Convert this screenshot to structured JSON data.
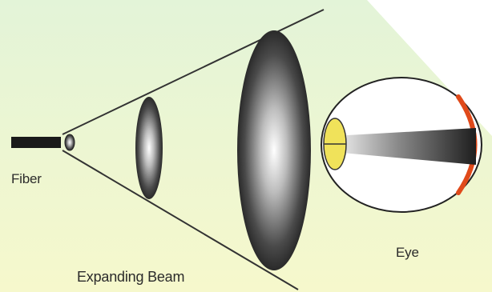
{
  "labels": {
    "fiber": "Fiber",
    "expanding_beam": "Expanding Beam",
    "eye": "Eye"
  },
  "colors": {
    "background_gradient_top": "#e3f4d8",
    "background_gradient_bottom": "#f6f8cc",
    "fiber": "#1a1a1a",
    "beam_lines": "#333333",
    "lens": "#f0e25a",
    "retina": "#e04a1a"
  }
}
